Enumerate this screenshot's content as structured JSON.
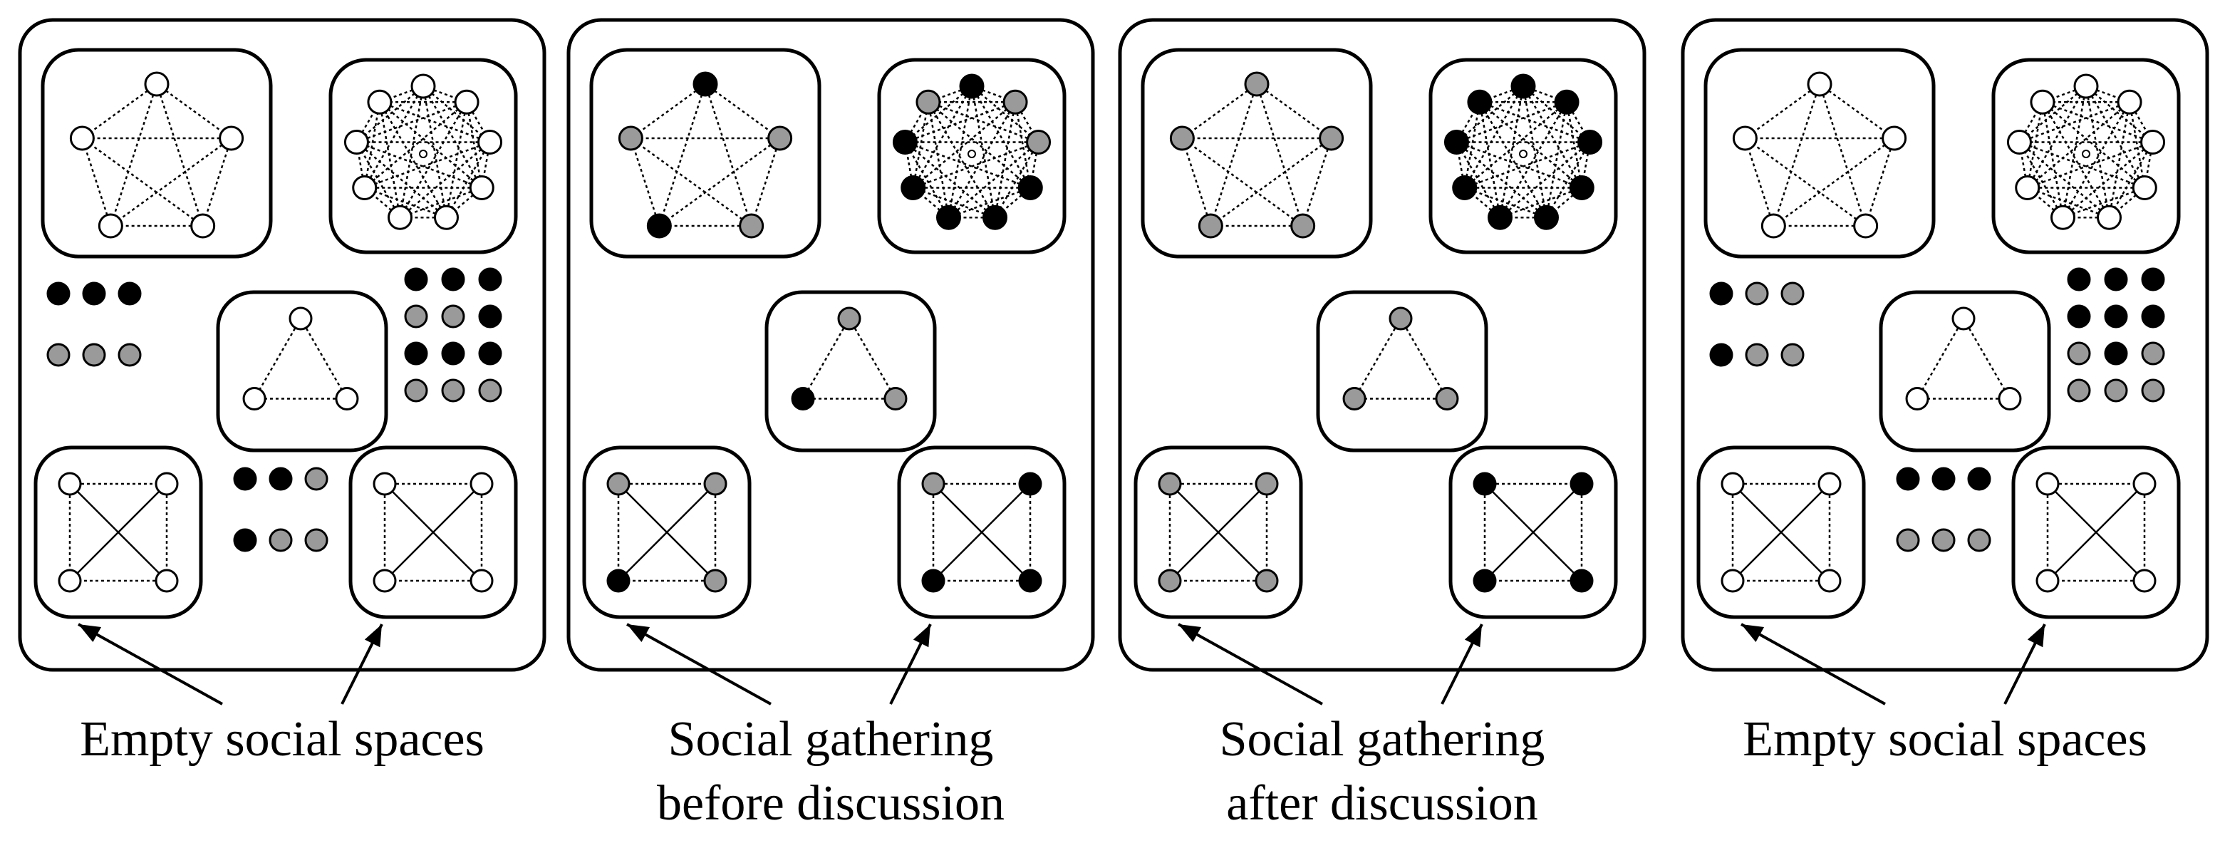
{
  "colors": {
    "black": "#000000",
    "gray": "#9a9a9a",
    "white": "#ffffff"
  },
  "panels": [
    {
      "name": "panel-1",
      "caption": [
        "Empty social spaces"
      ],
      "rooms": {
        "pentagon": [
          "white",
          "white",
          "white",
          "white",
          "white"
        ],
        "nonagon": [
          "white",
          "white",
          "white",
          "white",
          "white",
          "white",
          "white",
          "white",
          "white"
        ],
        "triangle": [
          "white",
          "white",
          "white"
        ],
        "square_left": [
          "white",
          "white",
          "white",
          "white"
        ],
        "square_right": [
          "white",
          "white",
          "white",
          "white"
        ]
      },
      "free_groups": [
        {
          "area": "left",
          "rows": [
            [
              "black",
              "black",
              "black"
            ],
            [
              "gray",
              "gray",
              "gray"
            ]
          ]
        },
        {
          "area": "right",
          "rows": [
            [
              "black",
              "black",
              "black"
            ],
            [
              "gray",
              "gray",
              "black"
            ],
            [
              "black",
              "black",
              "black"
            ],
            [
              "gray",
              "gray",
              "gray"
            ]
          ]
        },
        {
          "area": "bottom",
          "rows": [
            [
              "black",
              "black",
              "gray"
            ],
            [
              "black",
              "gray",
              "gray"
            ]
          ]
        }
      ]
    },
    {
      "name": "panel-2",
      "caption": [
        "Social gathering",
        "before discussion"
      ],
      "rooms": {
        "pentagon": [
          "black",
          "gray",
          "gray",
          "black",
          "gray"
        ],
        "nonagon": [
          "black",
          "gray",
          "gray",
          "black",
          "black",
          "black",
          "black",
          "black",
          "gray"
        ],
        "triangle": [
          "gray",
          "gray",
          "black"
        ],
        "square_left": [
          "gray",
          "gray",
          "gray",
          "black"
        ],
        "square_right": [
          "gray",
          "black",
          "black",
          "black"
        ]
      },
      "free_groups": []
    },
    {
      "name": "panel-3",
      "caption": [
        "Social gathering",
        "after discussion"
      ],
      "rooms": {
        "pentagon": [
          "gray",
          "gray",
          "gray",
          "gray",
          "gray"
        ],
        "nonagon": [
          "black",
          "black",
          "black",
          "black",
          "black",
          "black",
          "black",
          "black",
          "black"
        ],
        "triangle": [
          "gray",
          "gray",
          "gray"
        ],
        "square_left": [
          "gray",
          "gray",
          "gray",
          "gray"
        ],
        "square_right": [
          "black",
          "black",
          "black",
          "black"
        ]
      },
      "free_groups": []
    },
    {
      "name": "panel-4",
      "caption": [
        "Empty social spaces"
      ],
      "rooms": {
        "pentagon": [
          "white",
          "white",
          "white",
          "white",
          "white"
        ],
        "nonagon": [
          "white",
          "white",
          "white",
          "white",
          "white",
          "white",
          "white",
          "white",
          "white"
        ],
        "triangle": [
          "white",
          "white",
          "white"
        ],
        "square_left": [
          "white",
          "white",
          "white",
          "white"
        ],
        "square_right": [
          "white",
          "white",
          "white",
          "white"
        ]
      },
      "free_groups": [
        {
          "area": "left",
          "rows": [
            [
              "black",
              "gray",
              "gray"
            ],
            [
              "black",
              "gray",
              "gray"
            ]
          ]
        },
        {
          "area": "right",
          "rows": [
            [
              "black",
              "black",
              "black"
            ],
            [
              "black",
              "black",
              "black"
            ],
            [
              "gray",
              "black",
              "gray"
            ],
            [
              "gray",
              "gray",
              "gray"
            ]
          ]
        },
        {
          "area": "bottom",
          "rows": [
            [
              "black",
              "black",
              "black"
            ],
            [
              "gray",
              "gray",
              "gray"
            ]
          ]
        }
      ]
    }
  ]
}
